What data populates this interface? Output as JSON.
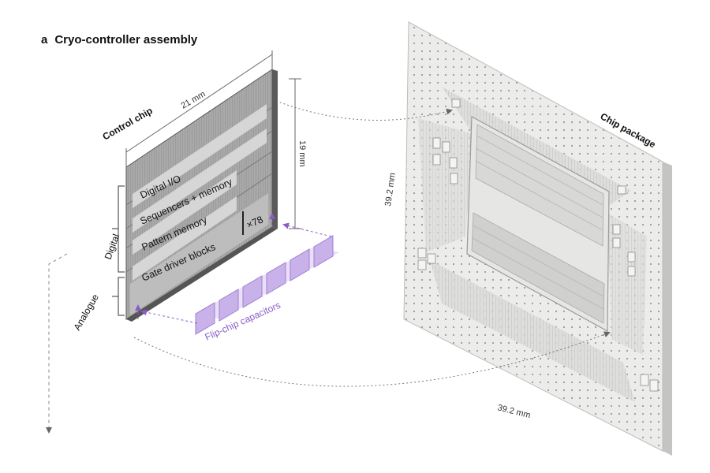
{
  "figure": {
    "panel_letter": "a",
    "title": "Cryo-controller assembly"
  },
  "control_chip": {
    "label": "Control chip",
    "width_dim": "21 mm",
    "height_dim": "19 mm",
    "blocks": {
      "digital_io": "Digital I/O",
      "sequencers": "Sequencers + memory",
      "pattern_memory": "Pattern memory",
      "gate_driver": "Gate driver blocks",
      "multiplier": "×78"
    }
  },
  "brackets": {
    "digital": "Digital",
    "analogue": "Analogue"
  },
  "capacitors": {
    "label": "Flip-chip capacitors",
    "color": "#8a5cc7",
    "count": 6
  },
  "chip_package": {
    "label": "Chip package",
    "side_dim": "39.2 mm",
    "bottom_dim": "39.2 mm"
  }
}
